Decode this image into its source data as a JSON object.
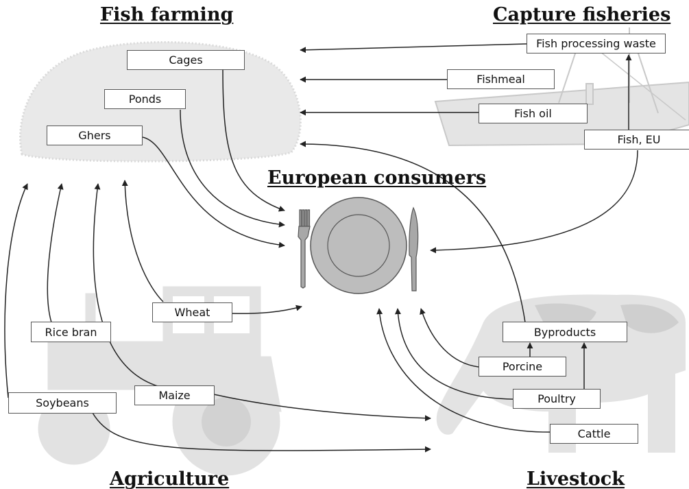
{
  "headings": {
    "fish_farming": "Fish farming",
    "capture_fisheries": "Capture fisheries",
    "european_consumers": "European consumers",
    "agriculture": "Agriculture",
    "livestock": "Livestock"
  },
  "nodes": {
    "cages": "Cages",
    "ponds": "Ponds",
    "ghers": "Ghers",
    "fish_processing_waste": "Fish processing waste",
    "fishmeal": "Fishmeal",
    "fish_oil": "Fish oil",
    "fish_eu": "Fish, EU",
    "wheat": "Wheat",
    "rice_bran": "Rice bran",
    "soybeans": "Soybeans",
    "maize": "Maize",
    "byproducts": "Byproducts",
    "porcine": "Porcine",
    "poultry": "Poultry",
    "cattle": "Cattle"
  },
  "icons": {
    "fish_farm": "fish-farm-mound-icon",
    "fishing_boat": "fishing-boat-icon",
    "tractor": "tractor-icon",
    "cow": "cow-icon",
    "place_setting": "plate-fork-knife-icon"
  },
  "colors": {
    "arrow": "#222222",
    "silhouette": "#cccccc",
    "plate": "#bdbdbd"
  }
}
